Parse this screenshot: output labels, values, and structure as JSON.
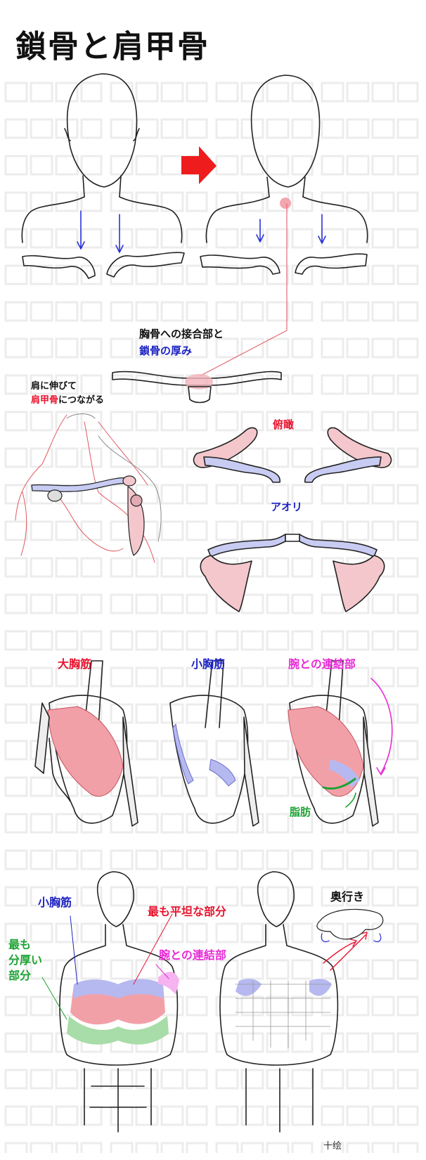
{
  "title": "鎖骨と肩甲骨",
  "labels": {
    "sternum_joint": "胸骨への接合部と",
    "clavicle_thickness": "鎖骨の厚み",
    "shoulder_extend_1": "肩に伸びて",
    "shoulder_extend_2a": "肩甲骨",
    "shoulder_extend_2b": "につながる",
    "high_angle": "俯瞰",
    "low_angle": "アオリ",
    "pec_major": "大胸筋",
    "pec_minor": "小胸筋",
    "arm_connection": "腕との連結部",
    "fat": "脂肪",
    "pec_minor_2": "小胸筋",
    "flattest": "最も平坦な部分",
    "arm_connection_2": "腕との連結部",
    "thickest_1": "最も",
    "thickest_2": "分厚い",
    "thickest_3": "部分",
    "depth": "奥行き"
  },
  "credit": "十绘"
}
